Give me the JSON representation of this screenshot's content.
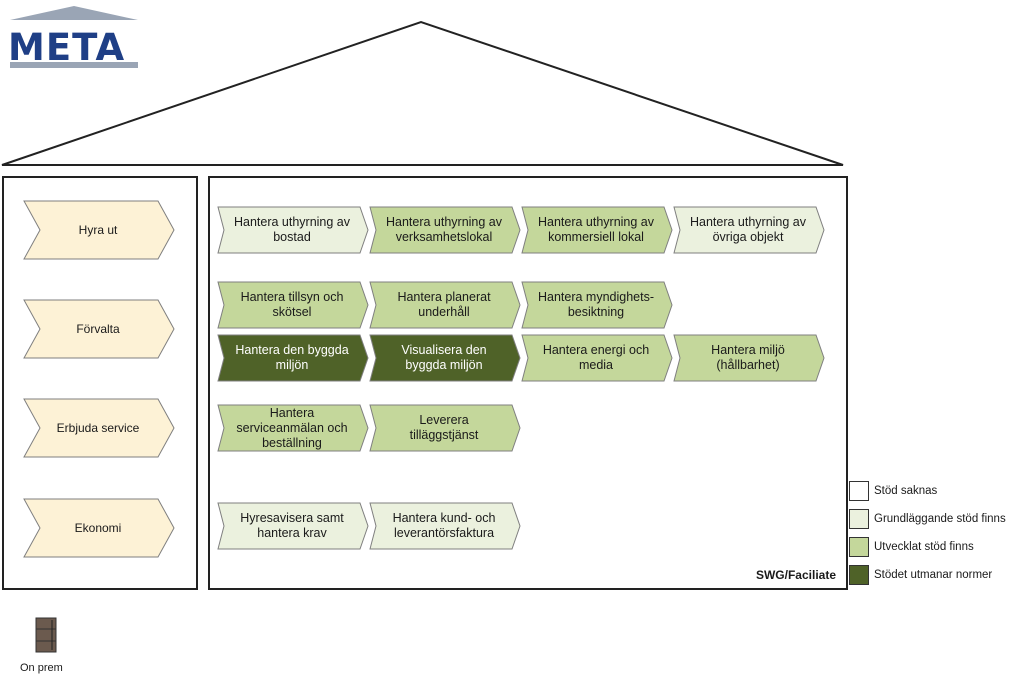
{
  "logo": {
    "text": "META"
  },
  "categories": [
    {
      "label": "Hyra ut"
    },
    {
      "label": "Förvalta"
    },
    {
      "label": "Erbjuda service"
    },
    {
      "label": "Ekonomi"
    }
  ],
  "capabilities": [
    {
      "label": "Hantera uthyrning av bostad",
      "level": "grundlaggande"
    },
    {
      "label": "Hantera uthyrning av verksamhetslokal",
      "level": "utvecklat"
    },
    {
      "label": "Hantera uthyrning av kommersiell lokal",
      "level": "utvecklat"
    },
    {
      "label": "Hantera uthyrning av övriga objekt",
      "level": "grundlaggande"
    },
    {
      "label": "Hantera tillsyn och skötsel",
      "level": "utvecklat"
    },
    {
      "label": "Hantera planerat underhåll",
      "level": "utvecklat"
    },
    {
      "label": "Hantera myndighets-besiktning",
      "level": "utvecklat"
    },
    {
      "label": "Hantera den byggda miljön",
      "level": "utmanar"
    },
    {
      "label": "Visualisera den byggda miljön",
      "level": "utmanar"
    },
    {
      "label": "Hantera energi och media",
      "level": "utvecklat"
    },
    {
      "label": "Hantera miljö (hållbarhet)",
      "level": "utvecklat"
    },
    {
      "label": "Hantera serviceanmälan och beställning",
      "level": "utvecklat"
    },
    {
      "label": "Leverera tilläggstjänst",
      "level": "utvecklat"
    },
    {
      "label": "Hyresavisera samt hantera krav",
      "level": "grundlaggande"
    },
    {
      "label": "Hantera kund- och leverantörsfaktura",
      "level": "grundlaggande"
    }
  ],
  "org_label": "SWG/Faciliate",
  "legend": [
    {
      "label": "Stöd saknas",
      "color": "#ffffff"
    },
    {
      "label": "Grundläggande stöd finns",
      "color": "#ebf1de"
    },
    {
      "label": "Utvecklat stöd finns",
      "color": "#c4d79b"
    },
    {
      "label": "Stödet utmanar normer",
      "color": "#4f6228"
    }
  ],
  "colors": {
    "category_fill": "#fdf2d6",
    "grundlaggande": "#ebf1de",
    "utvecklat": "#c4d79b",
    "utmanar": "#4f6228",
    "logo_blue": "#1f3f86"
  },
  "deployment": {
    "label": "On prem",
    "icon": "server-icon"
  }
}
